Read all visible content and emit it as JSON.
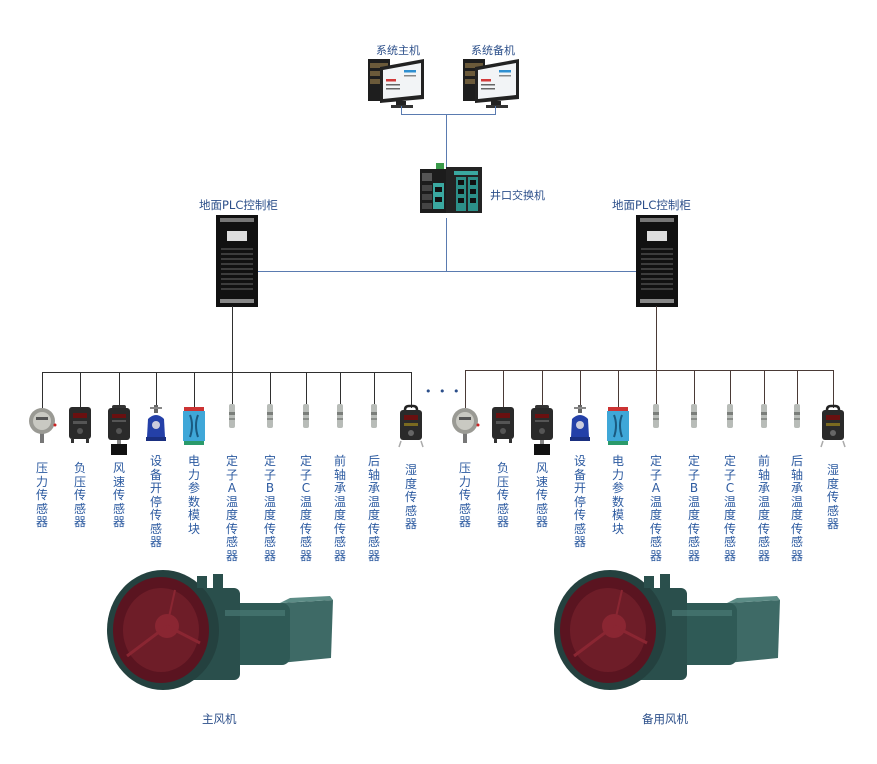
{
  "top": {
    "host_primary": "系统主机",
    "host_backup": "系统备机",
    "switch": "井口交换机"
  },
  "plc": [
    {
      "label": "地面PLC控制柜"
    },
    {
      "label": "地面PLC控制柜"
    }
  ],
  "ellipsis": "• • •",
  "groups": [
    {
      "sensors": [
        {
          "label": "压力传感器",
          "icon": "pressure-gauge"
        },
        {
          "label": "负压传感器",
          "icon": "negative-pressure-box"
        },
        {
          "label": "风速传感器",
          "icon": "wind-speed-box"
        },
        {
          "label": "设备开停传感器",
          "icon": "on-off-sensor"
        },
        {
          "label": "电力参数模块",
          "icon": "power-module"
        },
        {
          "label": "定子A温度传感器",
          "icon": "temperature-probe"
        },
        {
          "label": "定子B温度传感器",
          "icon": "temperature-probe"
        },
        {
          "label": "定子C温度传感器",
          "icon": "temperature-probe"
        },
        {
          "label": "前轴承温度传感器",
          "icon": "temperature-probe"
        },
        {
          "label": "后轴承温度传感器",
          "icon": "temperature-probe"
        },
        {
          "label": "湿度传感器",
          "icon": "humidity-box"
        }
      ],
      "fan": "主风机"
    },
    {
      "sensors": [
        {
          "label": "压力传感器",
          "icon": "pressure-gauge"
        },
        {
          "label": "负压传感器",
          "icon": "negative-pressure-box"
        },
        {
          "label": "风速传感器",
          "icon": "wind-speed-box"
        },
        {
          "label": "设备开停传感器",
          "icon": "on-off-sensor"
        },
        {
          "label": "电力参数模块",
          "icon": "power-module"
        },
        {
          "label": "定子A温度传感器",
          "icon": "temperature-probe"
        },
        {
          "label": "定子B温度传感器",
          "icon": "temperature-probe"
        },
        {
          "label": "定子C温度传感器",
          "icon": "temperature-probe"
        },
        {
          "label": "前轴承温度传感器",
          "icon": "temperature-probe"
        },
        {
          "label": "后轴承温度传感器",
          "icon": "temperature-probe"
        },
        {
          "label": "湿度传感器",
          "icon": "humidity-box"
        }
      ],
      "fan": "备用风机"
    }
  ],
  "colors": {
    "label_text": "#2c5aa0",
    "network_line": "#5a7bb0",
    "bus_line": "#2f2f2f",
    "fan_body": "#2f5a56",
    "fan_inlet": "#5a1420"
  }
}
